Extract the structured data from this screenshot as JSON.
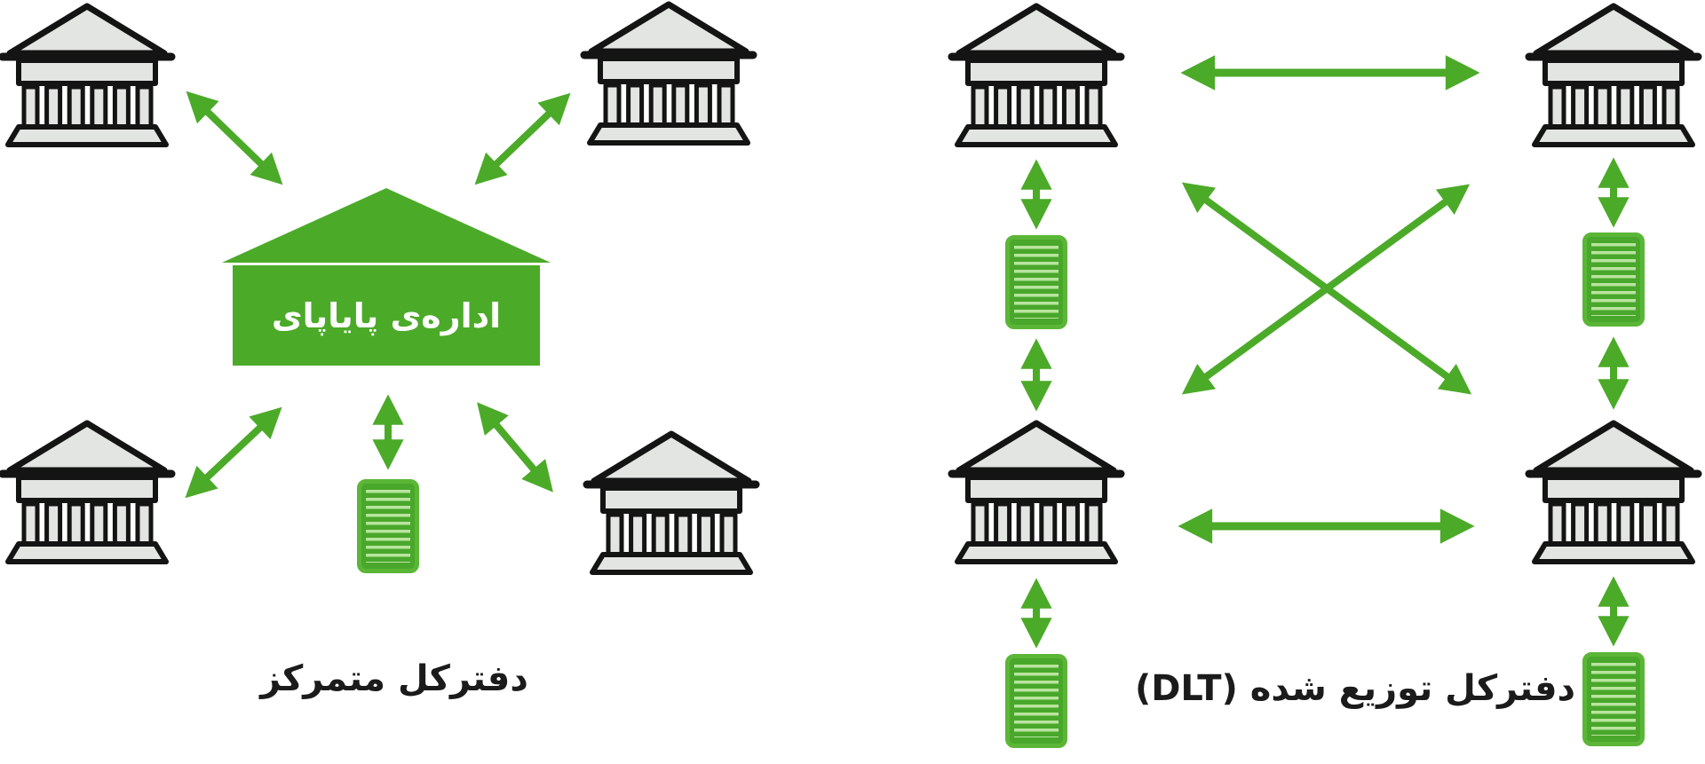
{
  "colors": {
    "accent_green": "#4caa29",
    "ledger_border_green": "#5bb637",
    "ledger_fill_green": "#49a72b",
    "ledger_stripe_green": "#b9e49e",
    "bank_fill_gray": "#e3e5e2",
    "bank_outline_black": "#141414",
    "caption_black": "#1b1b1b",
    "hub_label_white": "#ffffff",
    "background_white": "#ffffff"
  },
  "left_panel": {
    "caption": "دفترکل متمرکز",
    "clearing_house_label": "اداره‌ی پایاپای"
  },
  "right_panel": {
    "caption": "دفترکل توزیع شده (DLT)"
  },
  "icons": {
    "bank": "bank-building-icon",
    "ledger": "ledger-document-icon",
    "arrow": "double-headed-arrow"
  }
}
